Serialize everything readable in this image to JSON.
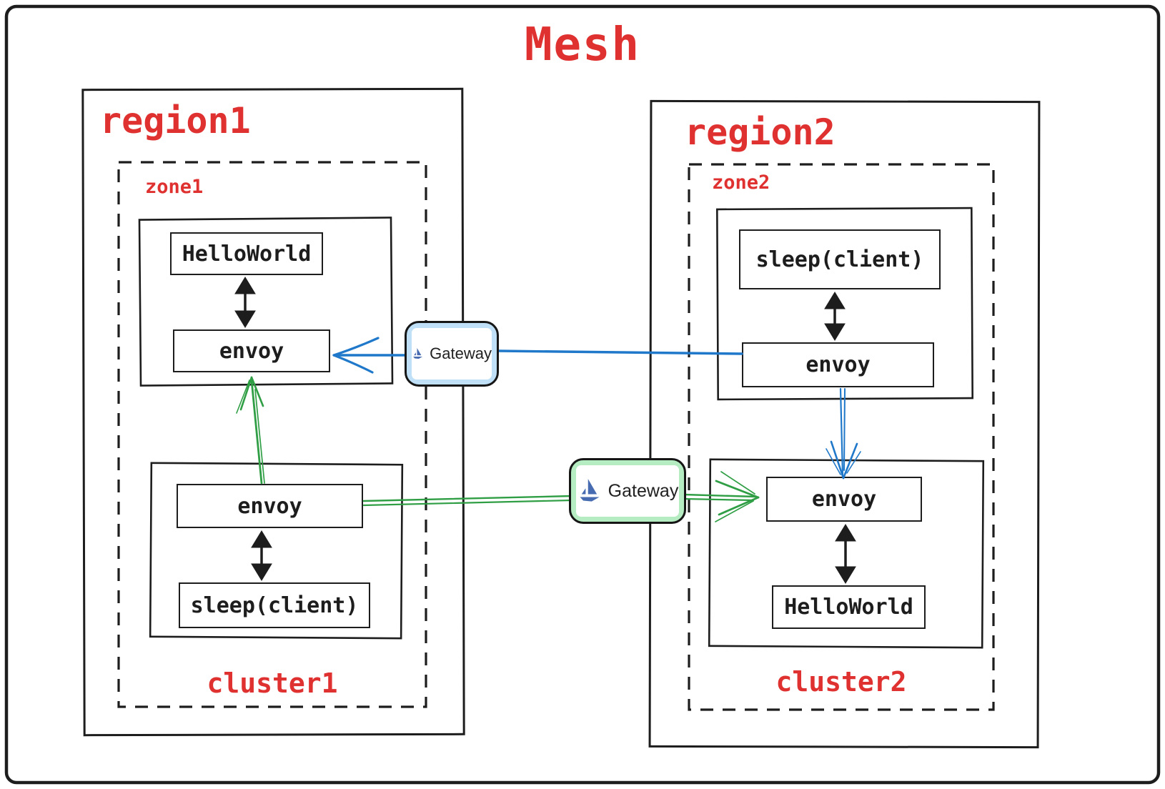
{
  "title": "Mesh",
  "colors": {
    "red": "#e03131",
    "black": "#1d1d1d",
    "blue": "#1f78c9",
    "green": "#2f9e44",
    "istio_blue": "#466bb0",
    "gateway_blue_fill": "#bfe0f7",
    "gateway_green_fill": "#b5ecc2",
    "text": "#212121"
  },
  "regions": [
    {
      "label": "region1",
      "zone": {
        "label": "zone1",
        "cluster_label": "cluster1"
      },
      "clusters": [
        {
          "nodes": [
            "HelloWorld",
            "envoy"
          ]
        },
        {
          "nodes": [
            "envoy",
            "sleep(client)"
          ]
        }
      ]
    },
    {
      "label": "region2",
      "zone": {
        "label": "zone2",
        "cluster_label": "cluster2"
      },
      "clusters": [
        {
          "nodes": [
            "sleep(client)",
            "envoy"
          ]
        },
        {
          "nodes": [
            "envoy",
            "HelloWorld"
          ]
        }
      ]
    }
  ],
  "gateways": [
    {
      "label": "Gateway",
      "variant": "blue"
    },
    {
      "label": "Gateway",
      "variant": "green"
    }
  ],
  "flows": [
    {
      "from": "region2.envoy(top)",
      "to": "gateway-blue",
      "color": "blue"
    },
    {
      "from": "gateway-blue",
      "to": "region1.envoy(top)",
      "color": "blue"
    },
    {
      "from": "region2.envoy(top)",
      "to": "region2.envoy(bottom)",
      "color": "blue"
    },
    {
      "from": "region1.envoy(bottom)",
      "to": "region1.envoy(top)",
      "color": "green"
    },
    {
      "from": "region1.envoy(bottom)",
      "to": "gateway-green",
      "color": "green"
    },
    {
      "from": "gateway-green",
      "to": "region2.envoy(bottom)",
      "color": "green"
    },
    {
      "pair": "HelloWorld <-> envoy (region1 top cluster)",
      "color": "black"
    },
    {
      "pair": "envoy <-> sleep(client) (region1 bottom cluster)",
      "color": "black"
    },
    {
      "pair": "sleep(client) <-> envoy (region2 top cluster)",
      "color": "black"
    },
    {
      "pair": "envoy <-> HelloWorld (region2 bottom cluster)",
      "color": "black"
    }
  ]
}
